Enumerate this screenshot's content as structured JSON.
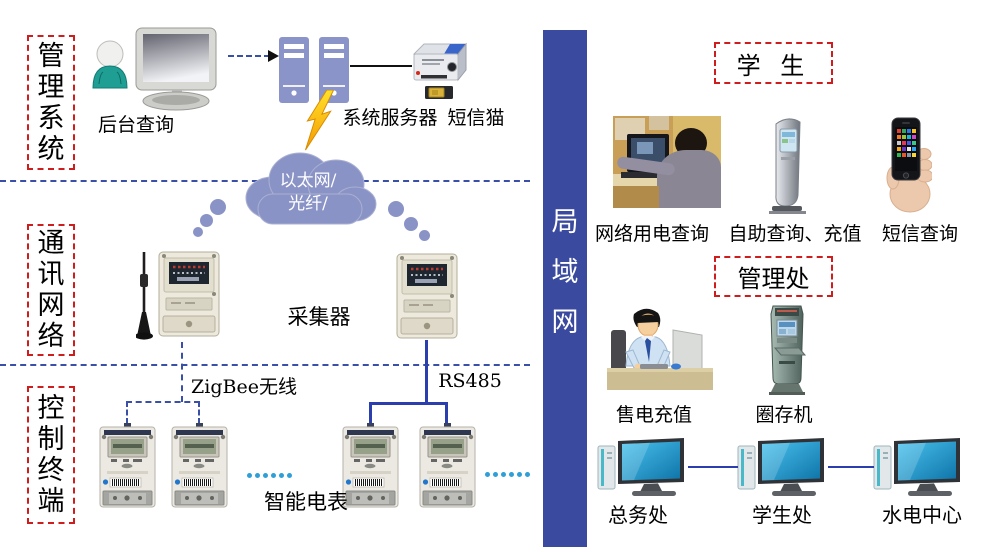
{
  "left_sections": [
    {
      "label": "管理系统"
    },
    {
      "label": "通讯网络"
    },
    {
      "label": "控制终端"
    }
  ],
  "management_system": {
    "backend_label": "后台查询",
    "server_label": "系统服务器",
    "modem_label": "短信猫"
  },
  "cloud": {
    "line1": "以太网/",
    "line2": "光纤/"
  },
  "network": {
    "collector_label": "采集器",
    "zigbee_label": "ZigBee无线",
    "rs485_label": "RS485",
    "meter_label": "智能电表"
  },
  "lan": {
    "label": "局域网"
  },
  "students": {
    "title": "学 生",
    "items": [
      {
        "label": "网络用电查询"
      },
      {
        "label": "自助查询、充值"
      },
      {
        "label": "短信查询"
      }
    ]
  },
  "office": {
    "title": "管理处",
    "items": [
      {
        "label": "售电充值"
      },
      {
        "label": "圈存机"
      }
    ]
  },
  "departments": [
    {
      "label": "总务处"
    },
    {
      "label": "学生处"
    },
    {
      "label": "水电中心"
    }
  ],
  "colors": {
    "accent_blue": "#3a4a9e",
    "dash_blue": "#3a50a8",
    "line_blue": "#2b3eae",
    "box_red": "#cf1d1d",
    "periwinkle": "#8a93c6",
    "cyan_dots": "#2f9fd8"
  }
}
